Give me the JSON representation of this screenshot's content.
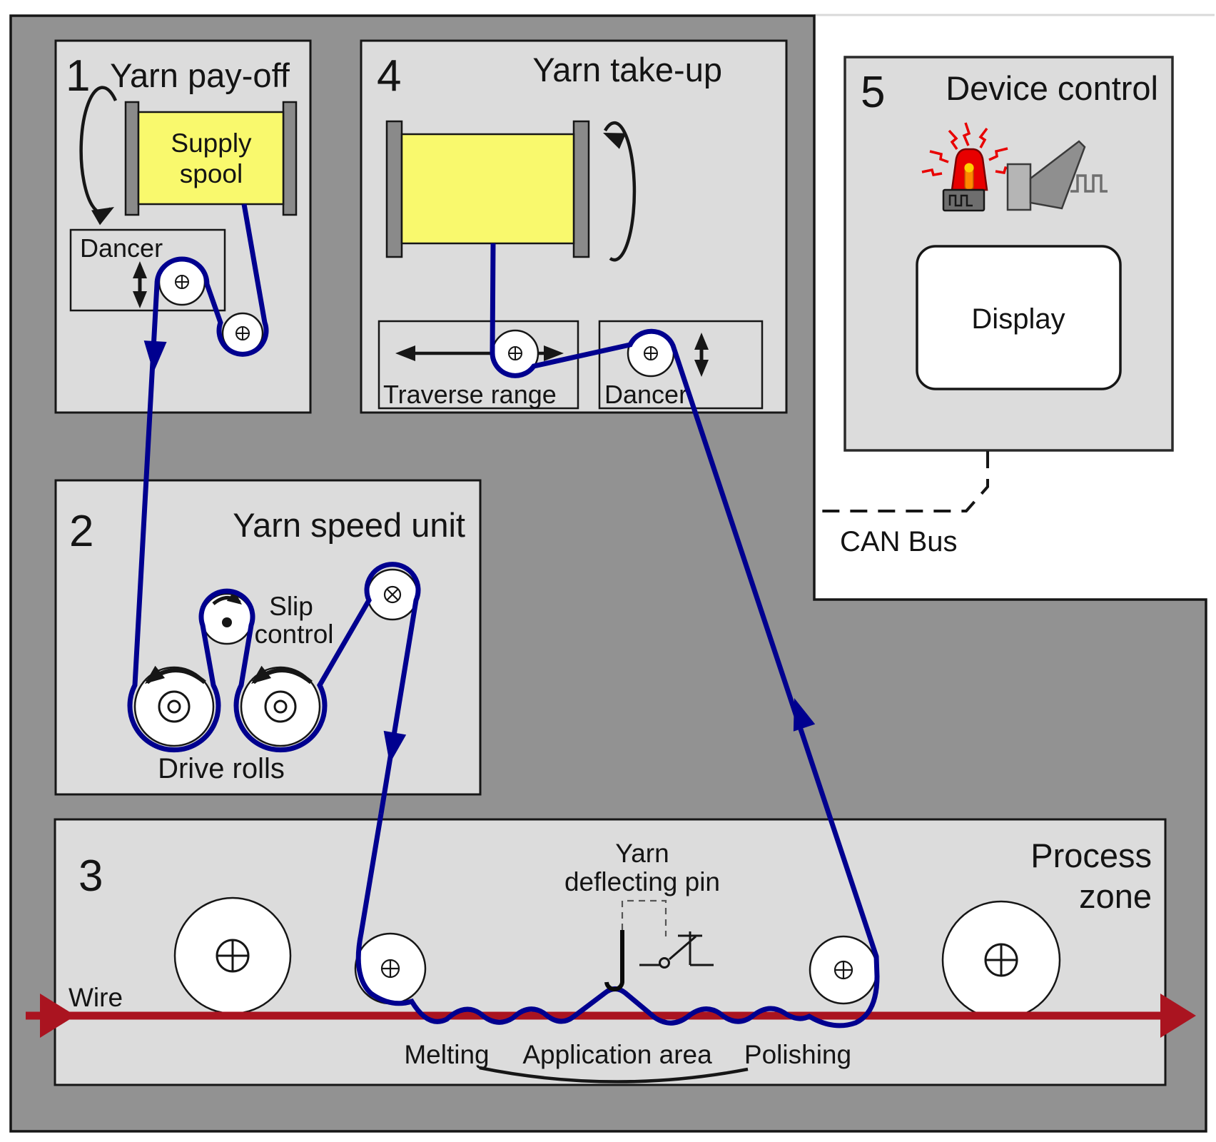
{
  "colors": {
    "frame_gray": "#929292",
    "panel_gray": "#dcdcdc",
    "spool_yellow": "#f9f96d",
    "flange_gray": "#8a8a8a",
    "yarn_blue": "#00008f",
    "wire_red": "#aa1420",
    "beacon_red": "#e80000",
    "horn_gray": "#8f8f8f",
    "display_white": "#ffffff"
  },
  "icons": {
    "rotation-arrow": "elliptical cw/ccw rotation arc",
    "updown-arrow": "vertical double-headed arrow",
    "traverse-arrow": "horizontal double-headed arrow",
    "pulley-axis": "circle with cross axle mark",
    "alarm-beacon": "red flashing beacon lamp",
    "signal-horn": "gray horn with pulse wave",
    "pulse-wave": "square wave glyph",
    "deflecting-pin": "J-shaped pin",
    "switch": "electrical contact switch",
    "can-bus-line": "dashed connector line"
  },
  "sections": {
    "payoff": {
      "number": "1",
      "title": "Yarn pay-off",
      "spool_line1": "Supply",
      "spool_line2": "spool",
      "dancer": "Dancer"
    },
    "speed": {
      "number": "2",
      "title": "Yarn speed unit",
      "slip_line1": "Slip",
      "slip_line2": "control",
      "drive": "Drive rolls"
    },
    "process": {
      "number": "3",
      "title_line1": "Process",
      "title_line2": "zone",
      "wire": "Wire",
      "melting": "Melting",
      "application": "Application area",
      "polishing": "Polishing",
      "pin_line1": "Yarn",
      "pin_line2": "deflecting pin"
    },
    "takeup": {
      "number": "4",
      "title": "Yarn take-up",
      "traverse": "Traverse range",
      "dancer": "Dancer"
    },
    "device": {
      "number": "5",
      "title": "Device control",
      "display": "Display"
    },
    "can_bus": "CAN Bus"
  }
}
